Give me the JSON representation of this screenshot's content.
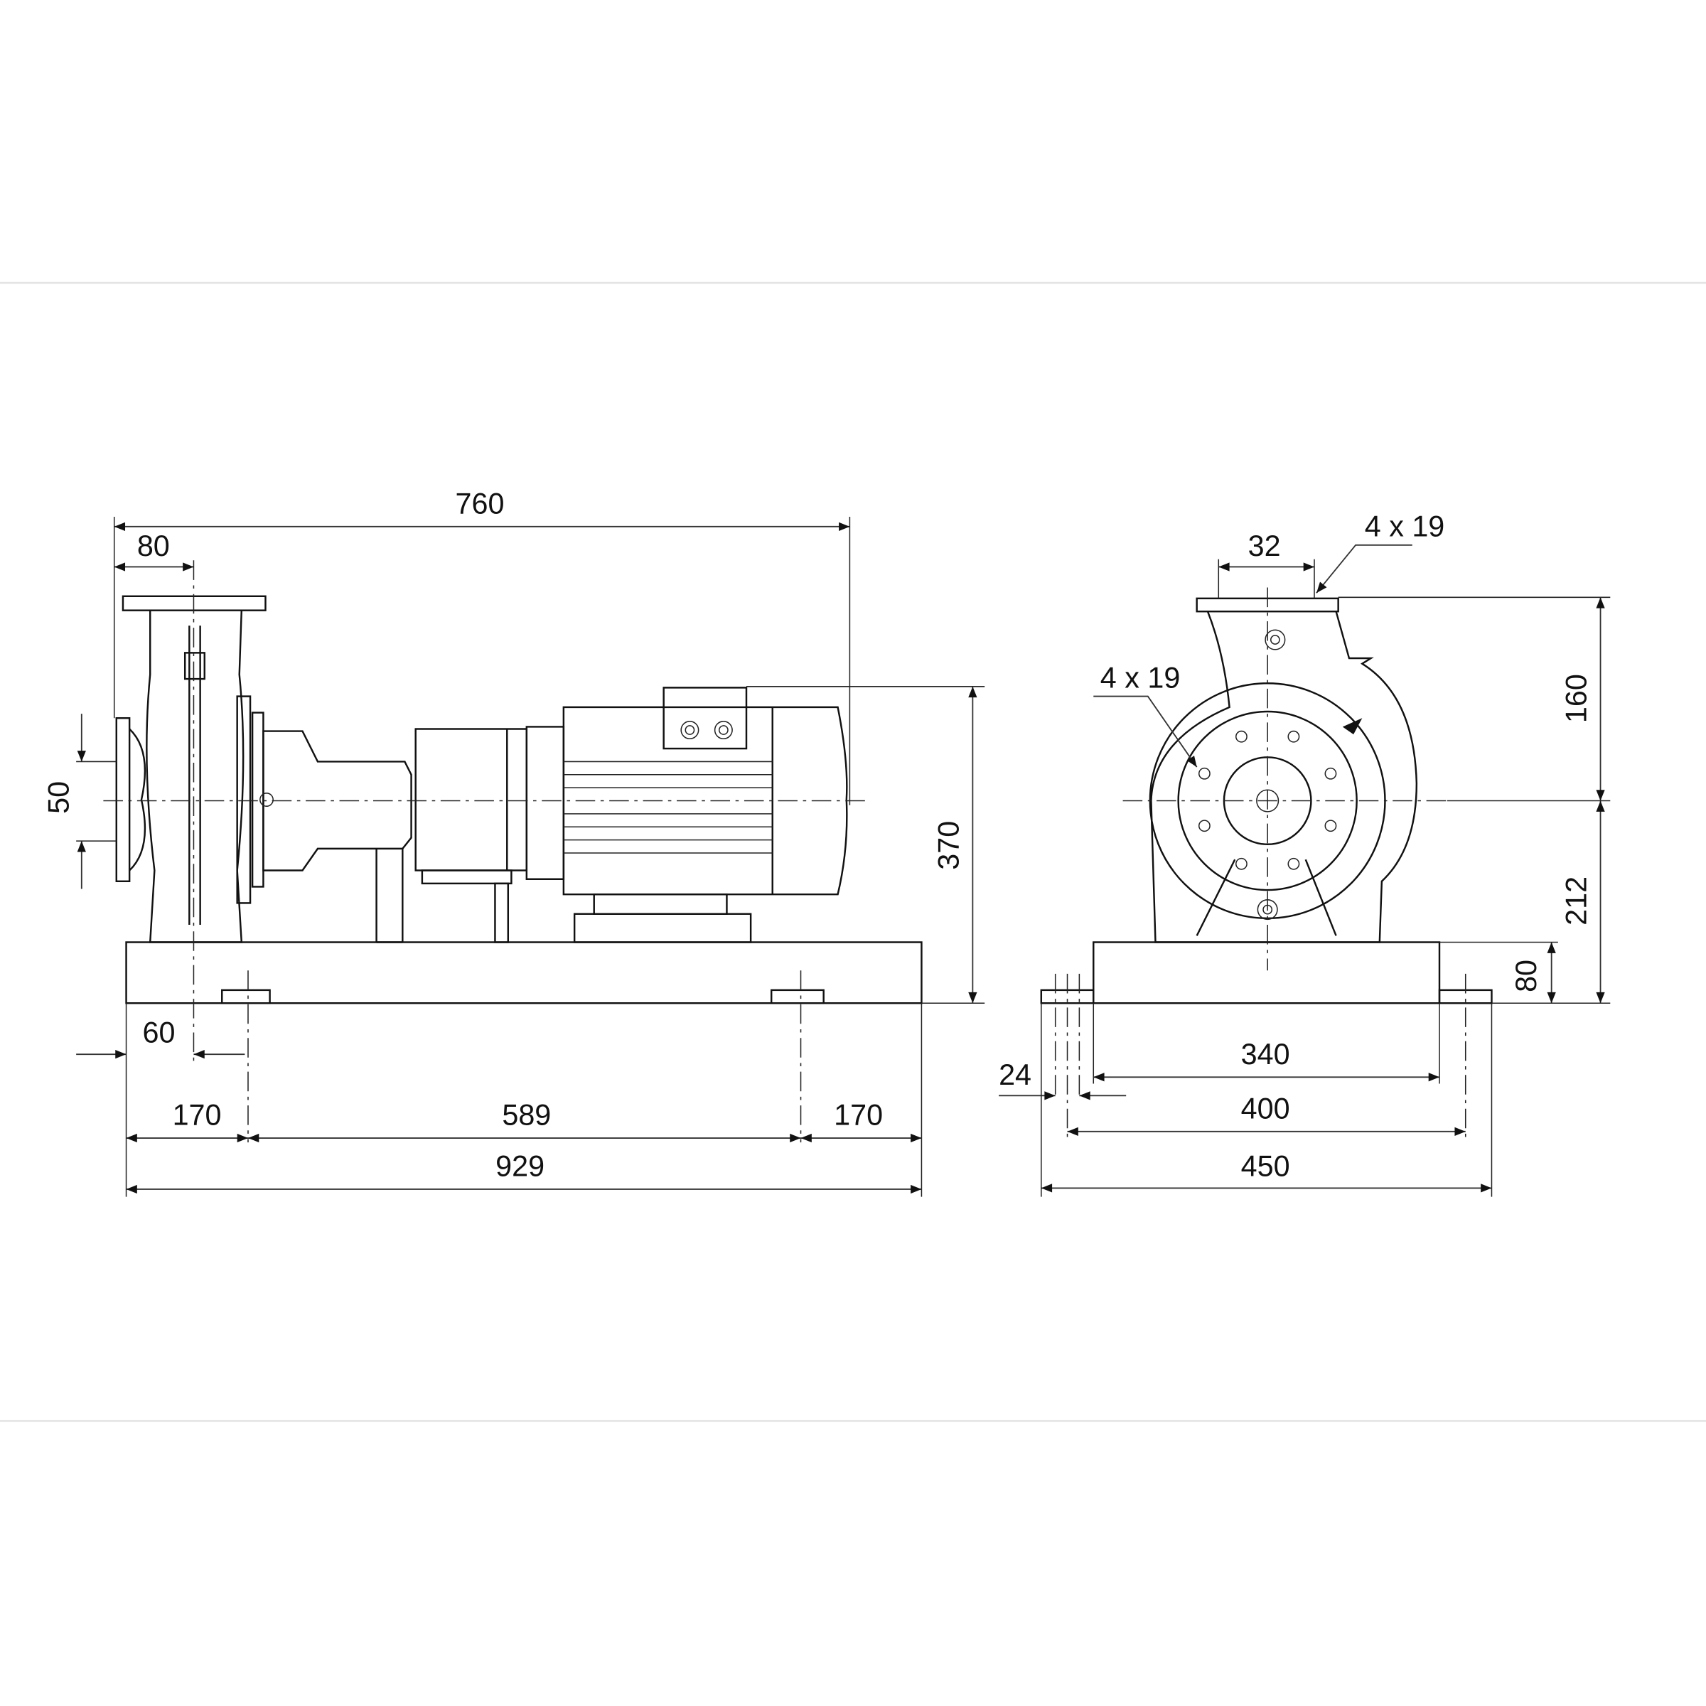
{
  "side_view": {
    "dims": {
      "overall_length": "760",
      "suction_offset": "80",
      "flange_height": "50",
      "total_height": "370",
      "foot_offset": "60",
      "left_bolt": "170",
      "bolt_span": "589",
      "right_bolt": "170",
      "base_length": "929"
    }
  },
  "front_view": {
    "dims": {
      "discharge_flange": "32",
      "discharge_holes": "4 x 19",
      "suction_holes": "4 x 19",
      "upper_height": "160",
      "shaft_height": "212",
      "base_height": "80",
      "base_inner_width": "340",
      "slot_width": "24",
      "bolt_width": "400",
      "base_width": "450"
    }
  },
  "colors": {
    "line": "#111111",
    "separator": "#e2e2e2"
  }
}
